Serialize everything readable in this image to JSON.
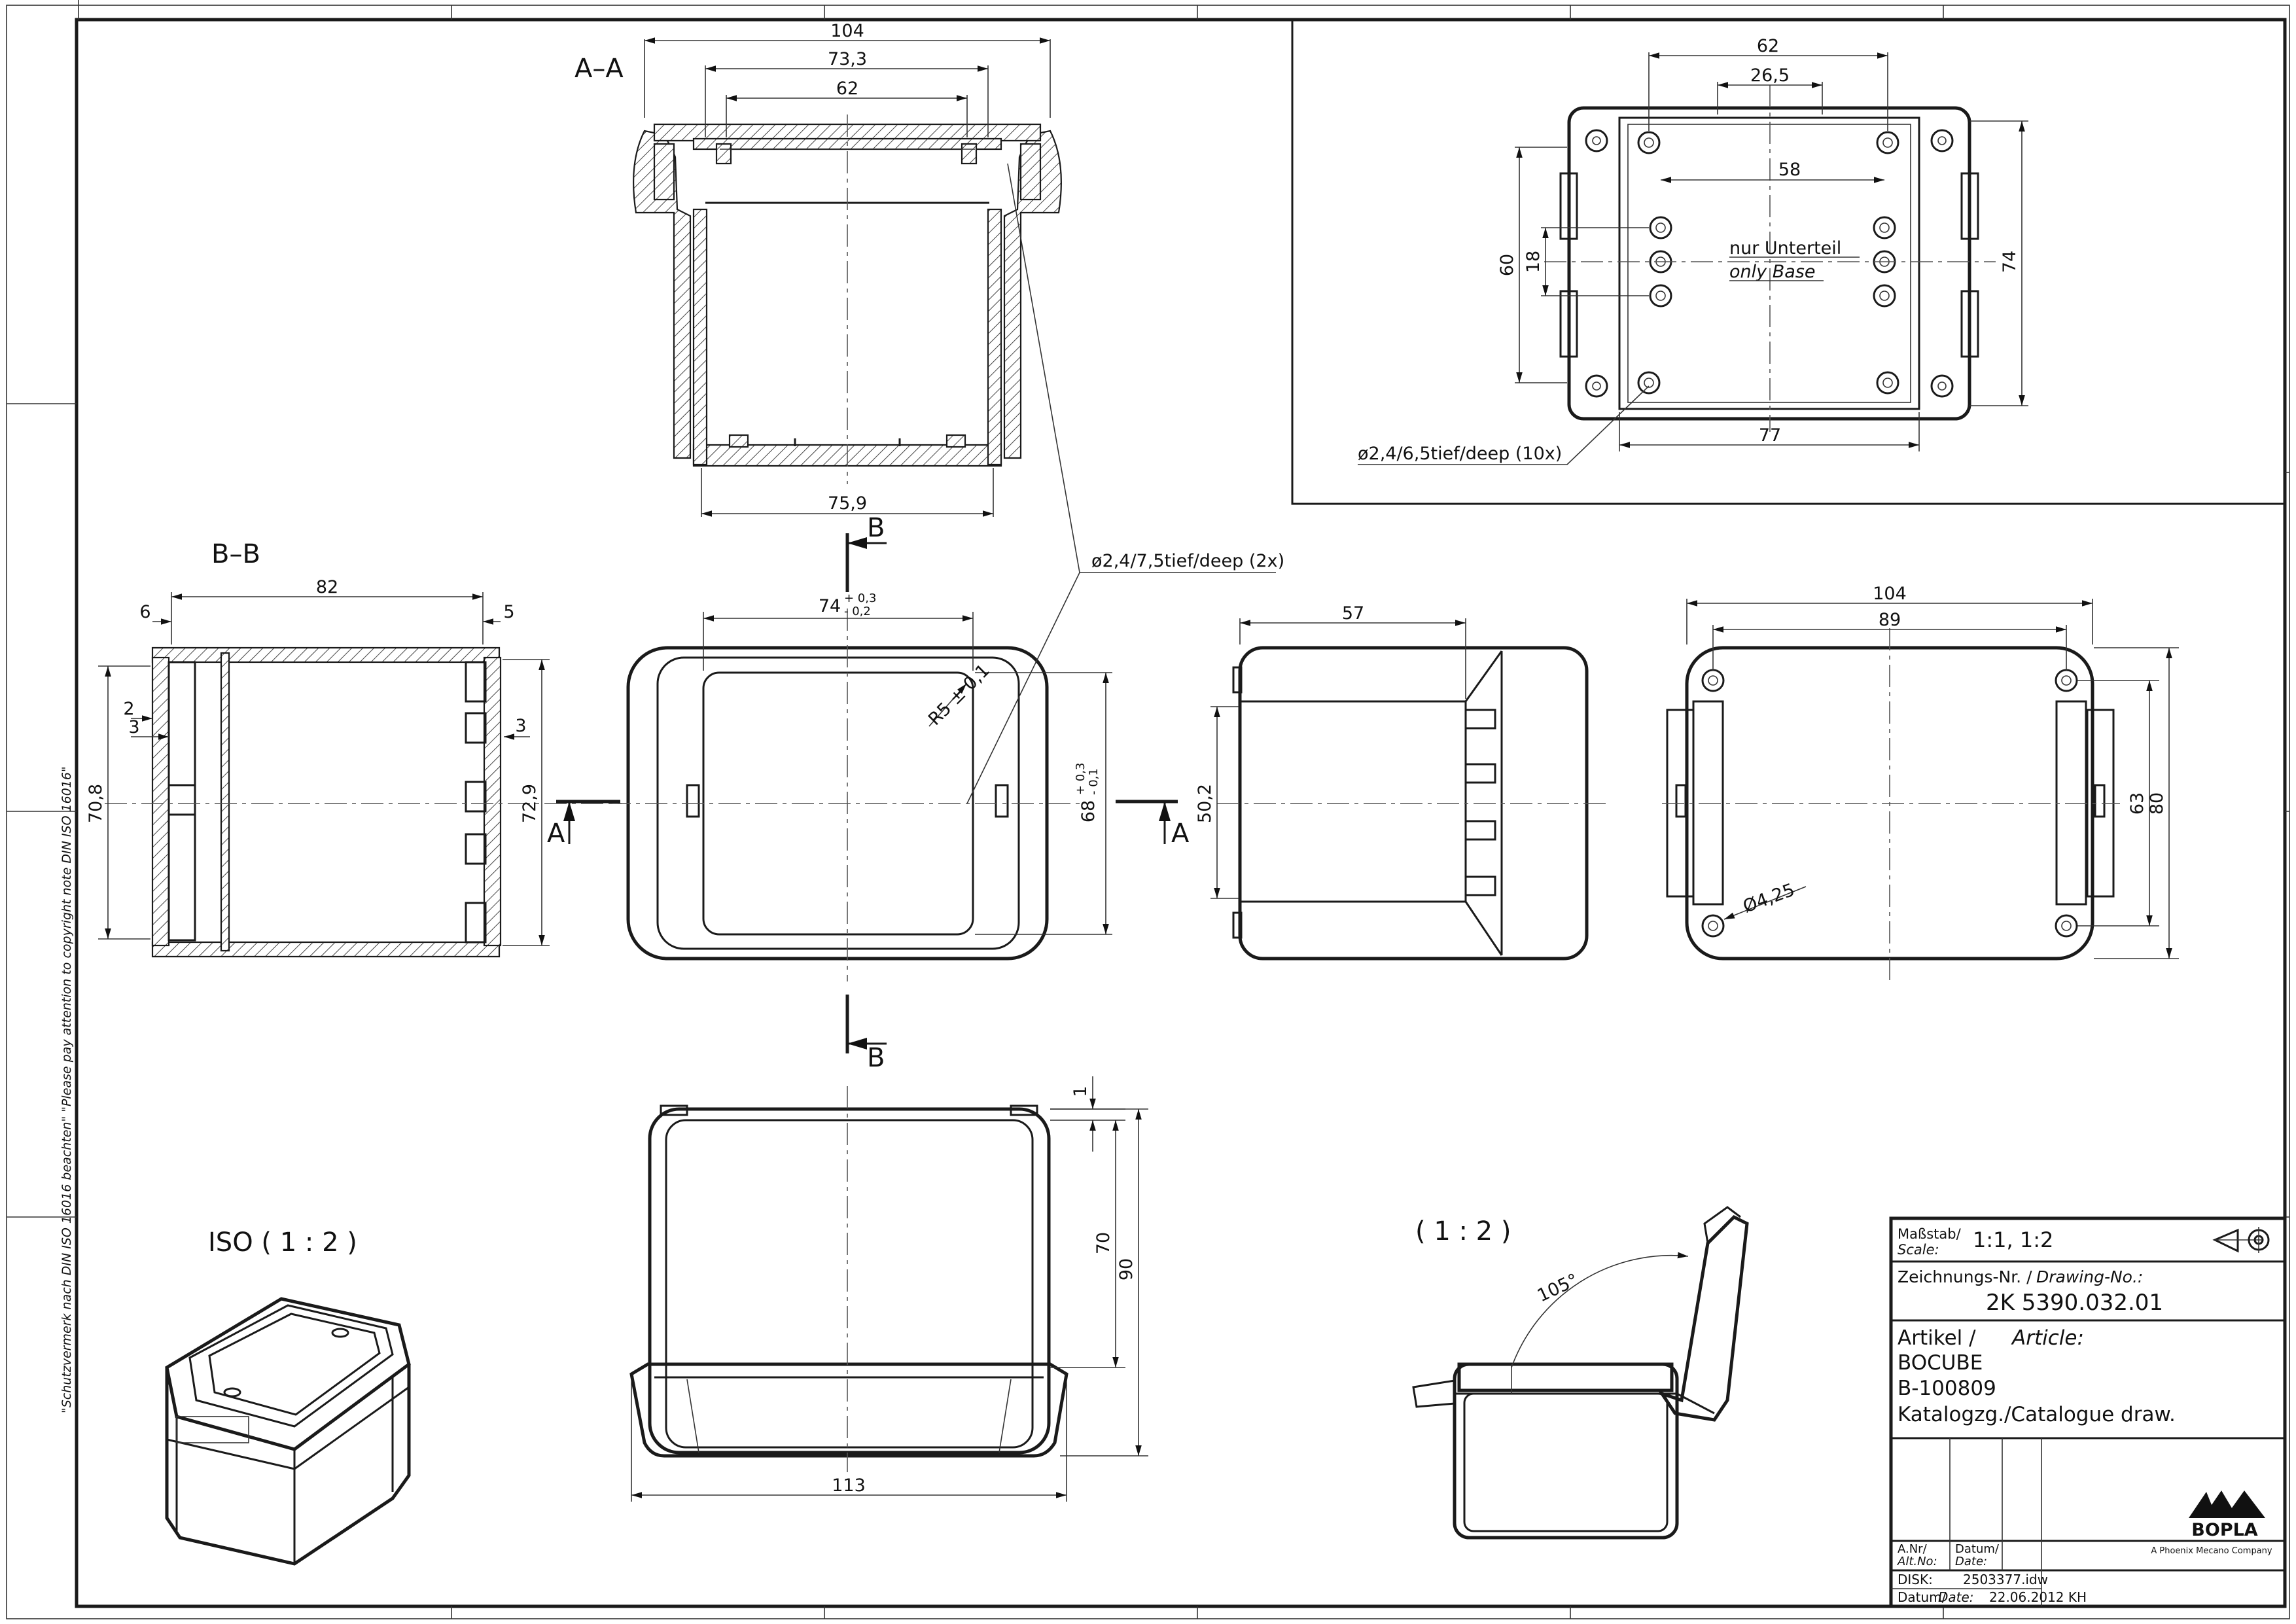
{
  "views": {
    "section_aa": {
      "label": "A–A",
      "dims": {
        "w104": "104",
        "w733": "73,3",
        "w62": "62",
        "w759": "75,9"
      }
    },
    "section_bb": {
      "label": "B–B",
      "dims": {
        "w82": "82",
        "w6": "6",
        "w5": "5",
        "h708": "70,8",
        "h729": "72,9",
        "d2": "2",
        "d3a": "3",
        "d3b": "3"
      }
    },
    "top_view": {
      "dims": {
        "w62": "62",
        "w265": "26,5",
        "w58": "58",
        "w77": "77",
        "h60": "60",
        "h18": "18",
        "h74": "74"
      },
      "note_de": "nur Unterteil",
      "note_en": "only Base",
      "hole_note": "ø2,4/6,5tief/deep (10x)"
    },
    "front_view": {
      "w74": "74",
      "w74_tol_up": "+ 0,3",
      "w74_tol_dn": "- 0,2",
      "r5": "R5 ± 0,1",
      "h68": "68",
      "h68_tol_up": "+ 0,3",
      "h68_tol_dn": "- 0,1",
      "hole_note": "ø2,4/7,5tief/deep (2x)",
      "sec_a": "A",
      "sec_b": "B"
    },
    "side_view": {
      "w57": "57",
      "h502": "50,2"
    },
    "bottom_view": {
      "w104": "104",
      "w89": "89",
      "h63": "63",
      "h80": "80",
      "hole": "Ø4,25"
    },
    "elevation": {
      "d1": "1",
      "h70": "70",
      "h90": "90",
      "w113": "113"
    },
    "iso": {
      "label": "ISO ( 1 : 2 )"
    },
    "open_view": {
      "label": "( 1 : 2 )",
      "angle": "105°"
    }
  },
  "side_note": "\"Schutzvermerk nach DIN ISO 16016 beachten\"  \"Please pay attention to copyright note DIN ISO 16016\"",
  "title_block": {
    "scale_label_de": "Maßstab/",
    "scale_label_en": "Scale:",
    "scale_value": "1:1,  1:2",
    "drawing_label_de": "Zeichnungs-Nr. / ",
    "drawing_label_en": "Drawing-No.:",
    "drawing_no": "2K  5390.032.01",
    "article_label_de": "Artikel / ",
    "article_label_en": "Article:",
    "article_lines": [
      "BOCUBE",
      "B-100809",
      "Katalogzg./Catalogue draw."
    ],
    "anr_de": "A.Nr/",
    "anr_en": "Alt.No:",
    "datum_de": "Datum/",
    "datum_en": "Date:",
    "disk_label": "DISK:",
    "disk_value": "2503377.idw",
    "datum_label_de": "Datum/",
    "datum_label_en": "Date:",
    "datum_value": "22.06.2012  KH",
    "brand": "BOPLA",
    "brand_sub": "A Phoenix Mecano Company"
  }
}
